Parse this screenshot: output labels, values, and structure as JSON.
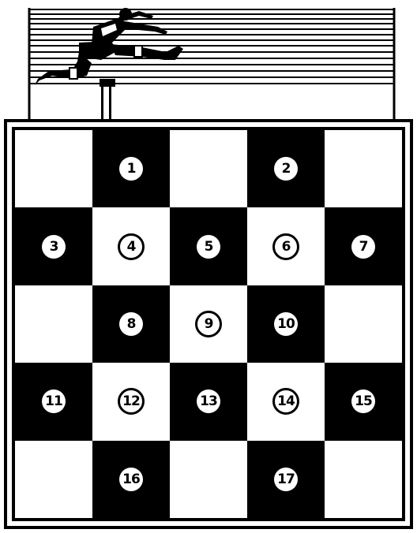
{
  "picture": {
    "icon": "hurdler-icon"
  },
  "board": {
    "rows": 5,
    "cols": 5,
    "cells": [
      {
        "color": "white",
        "label": ""
      },
      {
        "color": "black",
        "label": "1"
      },
      {
        "color": "white",
        "label": ""
      },
      {
        "color": "black",
        "label": "2"
      },
      {
        "color": "white",
        "label": ""
      },
      {
        "color": "black",
        "label": "3"
      },
      {
        "color": "white",
        "label": "4"
      },
      {
        "color": "black",
        "label": "5"
      },
      {
        "color": "white",
        "label": "6"
      },
      {
        "color": "black",
        "label": "7"
      },
      {
        "color": "white",
        "label": ""
      },
      {
        "color": "black",
        "label": "8"
      },
      {
        "color": "white",
        "label": "9"
      },
      {
        "color": "black",
        "label": "10"
      },
      {
        "color": "white",
        "label": ""
      },
      {
        "color": "black",
        "label": "11"
      },
      {
        "color": "white",
        "label": "12"
      },
      {
        "color": "black",
        "label": "13"
      },
      {
        "color": "white",
        "label": "14"
      },
      {
        "color": "black",
        "label": "15"
      },
      {
        "color": "white",
        "label": ""
      },
      {
        "color": "black",
        "label": "16"
      },
      {
        "color": "white",
        "label": ""
      },
      {
        "color": "black",
        "label": "17"
      },
      {
        "color": "white",
        "label": ""
      }
    ]
  }
}
